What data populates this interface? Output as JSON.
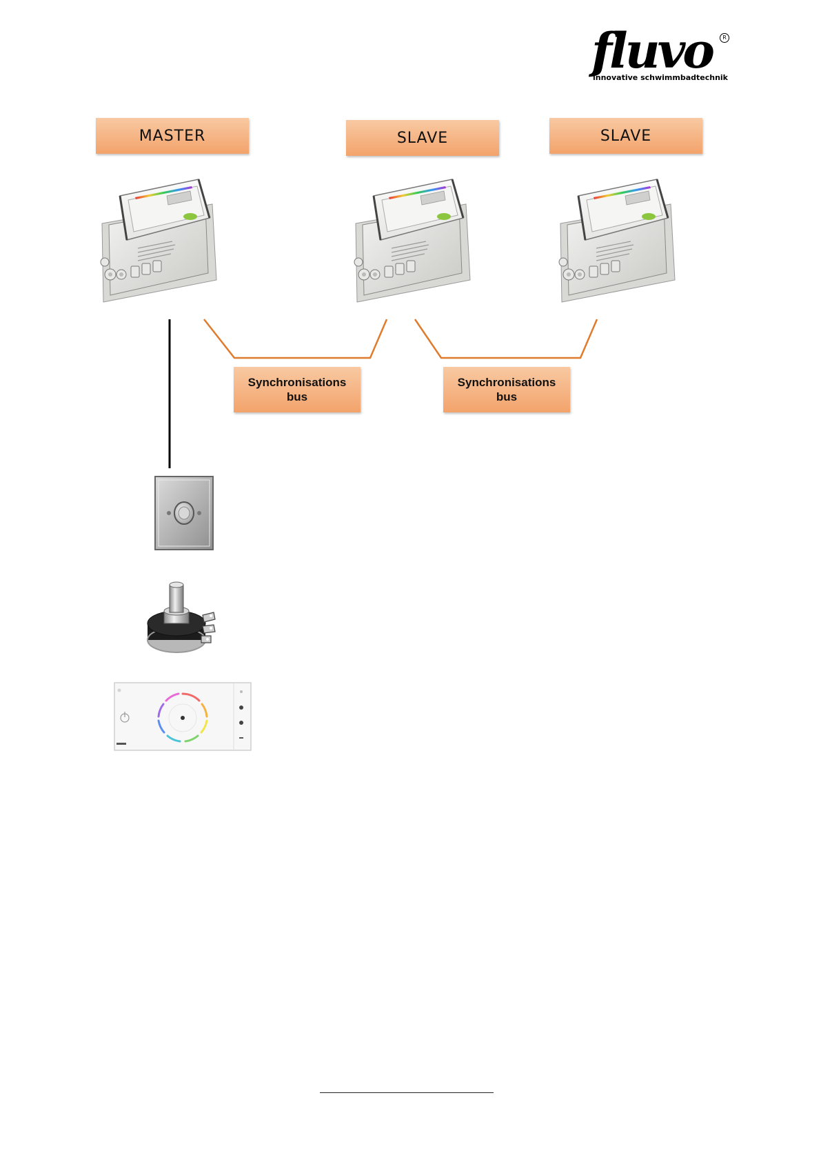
{
  "logo": {
    "wordmark": "fluvo",
    "registered": "R",
    "tagline": "innovative schwimmbadtechnik"
  },
  "nodes": [
    {
      "role": "MASTER"
    },
    {
      "role": "SLAVE"
    },
    {
      "role": "SLAVE"
    }
  ],
  "buses": [
    {
      "line1": "Synchronisations",
      "line2": "bus"
    },
    {
      "line1": "Synchronisations",
      "line2": "bus"
    }
  ],
  "colors": {
    "label_fill": "#f3a36b",
    "bus_line": "#e07b2c",
    "wire": "#000000"
  },
  "controls": [
    {
      "icon": "push-button-switch-icon"
    },
    {
      "icon": "potentiometer-icon"
    },
    {
      "icon": "rgb-touch-panel-icon"
    }
  ]
}
